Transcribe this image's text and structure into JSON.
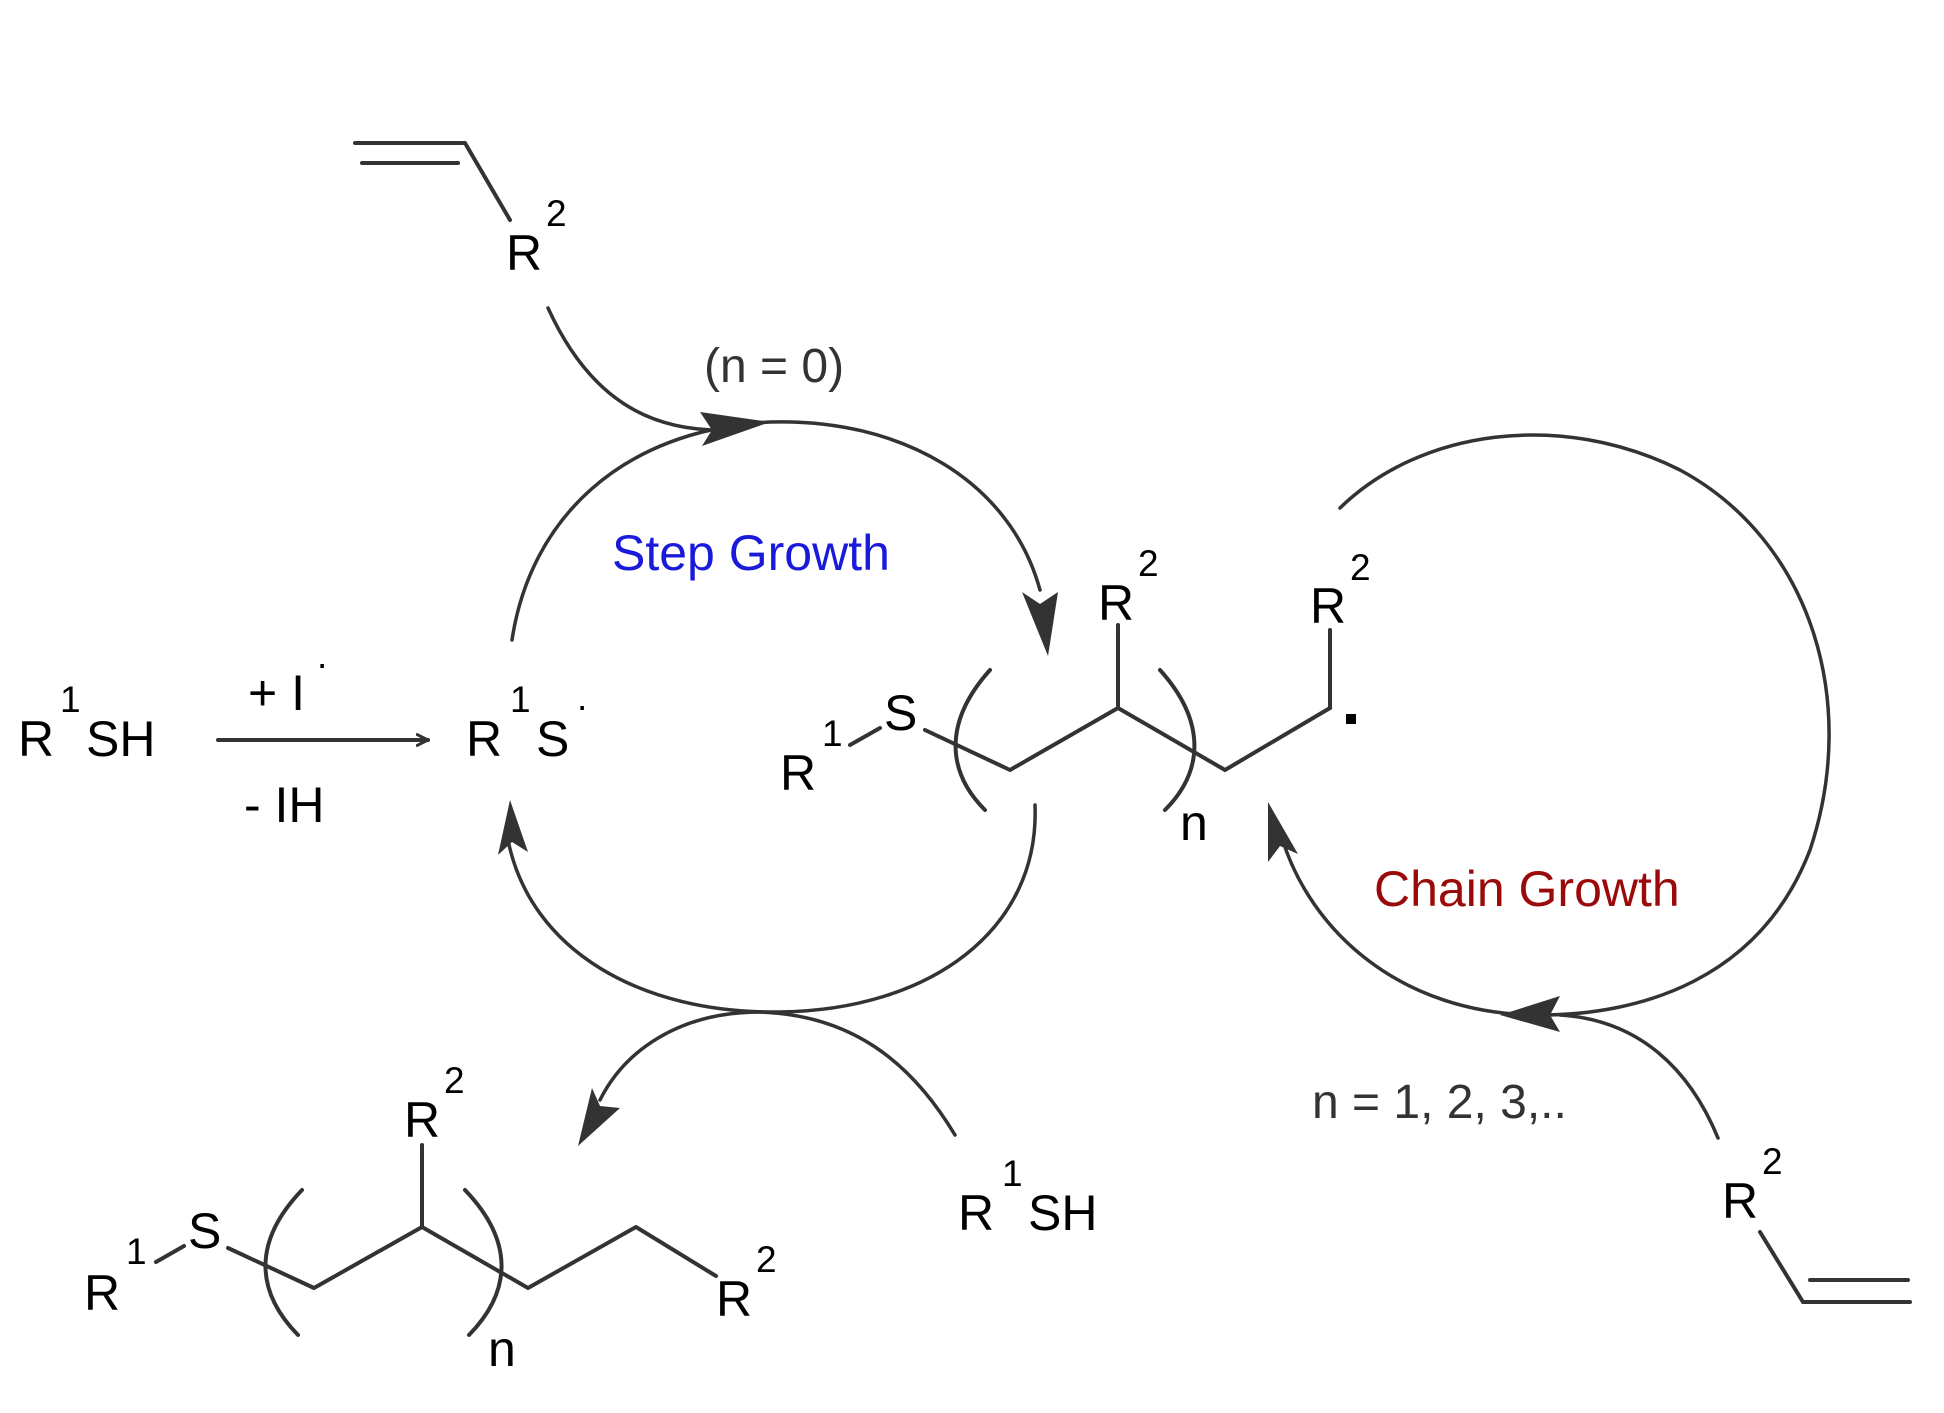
{
  "labels": {
    "reagent_r": "R",
    "reagent_r_sup": "1",
    "reagent_sh": "SH",
    "initiator_add": "+ I",
    "initiator_dot": "·",
    "initiator_remove": "- IH",
    "radical_r": "R",
    "radical_r_sup": "1",
    "radical_s": "S",
    "radical_dot": "·",
    "alkene_top_r": "R",
    "alkene_top_sup": "2",
    "n_zero": "(n = 0)",
    "step_growth": "Step Growth",
    "mid_r1": "R",
    "mid_r1_sup": "1",
    "mid_s": "S",
    "mid_r2a": "R",
    "mid_r2a_sup": "2",
    "mid_r2b": "R",
    "mid_r2b_sup": "2",
    "mid_n": "n",
    "chain_growth": "Chain Growth",
    "n_series": "n = 1, 2, 3,..",
    "alkene_bottom_r": "R",
    "alkene_bottom_sup": "2",
    "thiol_r": "R",
    "thiol_r_sup": "1",
    "thiol_sh": "SH",
    "prod_r1": "R",
    "prod_r1_sup": "1",
    "prod_s": "S",
    "prod_r2a": "R",
    "prod_r2a_sup": "2",
    "prod_r2b": "R",
    "prod_r2b_sup": "2",
    "prod_n": "n"
  },
  "colors": {
    "step_growth": "#1a1adb",
    "chain_growth": "#9b0a0a",
    "lines": "#333333",
    "text": "#000000"
  }
}
